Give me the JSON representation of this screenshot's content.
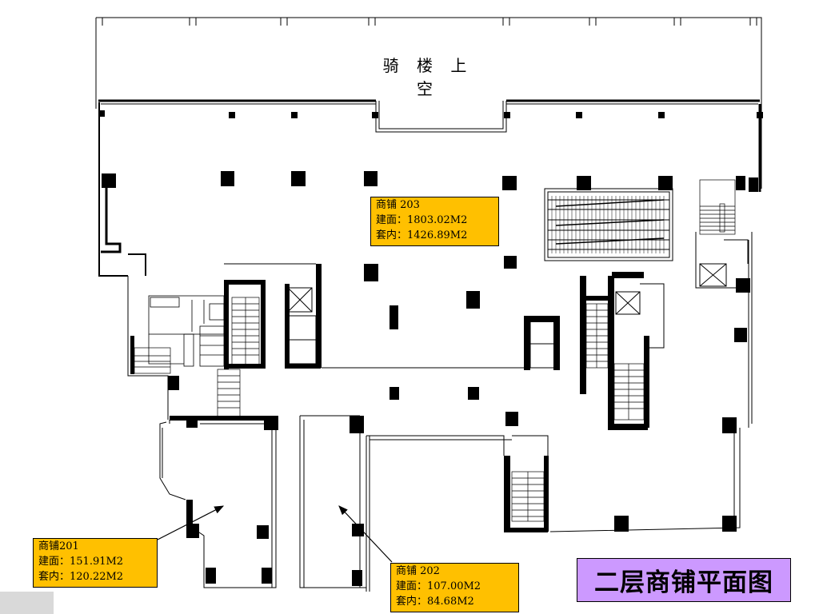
{
  "arcade_label": "骑 楼 上空",
  "title": "二层商铺平面图",
  "units": [
    {
      "id": "203",
      "name": "商铺 203",
      "gross": "建面：1803.02M2",
      "net": "套内：1426.89M2"
    },
    {
      "id": "201",
      "name": "商铺201",
      "gross": "建面：151.91M2",
      "net": "套内：120.22M2"
    },
    {
      "id": "202",
      "name": "商铺 202",
      "gross": "建面：107.00M2",
      "net": "套内：84.68M2"
    }
  ],
  "colors": {
    "label_bg": "#ffc000",
    "title_bg": "#cc99ff",
    "wall": "#000000"
  }
}
